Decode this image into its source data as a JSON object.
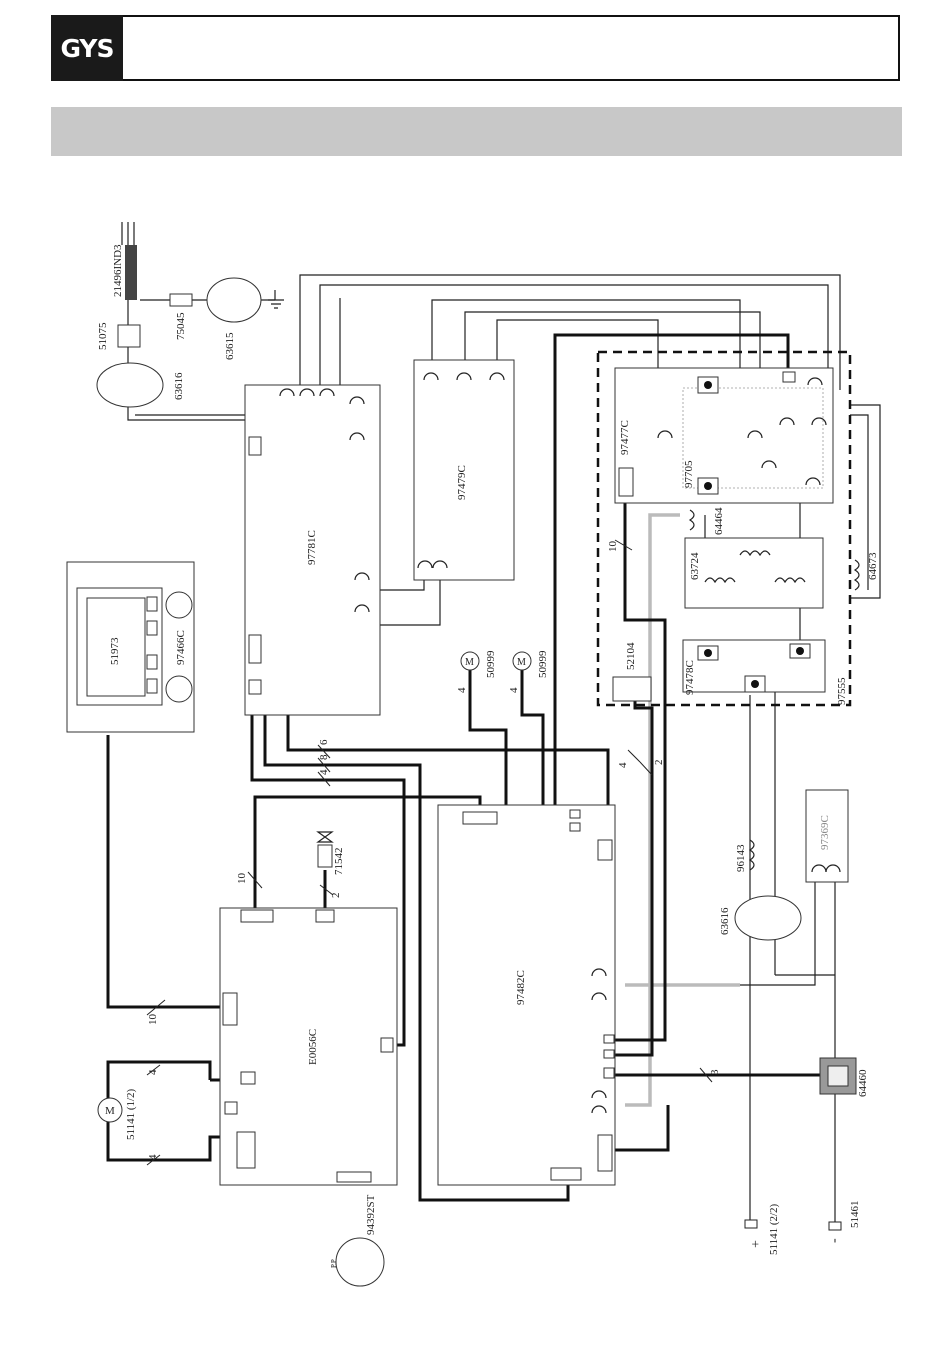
{
  "header": {
    "logo_text": "GYS"
  },
  "labels": {
    "plug": "21496IND3",
    "inlet": "51075",
    "terminal": "75045",
    "ferrite_top": "63615",
    "ferrite_left": "63616",
    "display": "51973",
    "display_board": "97466C",
    "board_97781": "97781C",
    "board_97479": "97479C",
    "board_97477": "97477C",
    "board_97705": "97705",
    "board_64464": "64464",
    "transformer": "63724",
    "inductor_64673": "64673",
    "board_97478": "97478C",
    "board_97555": "97555",
    "sensor": "52104",
    "fan1": "50999",
    "fan2": "50999",
    "valve": "71542",
    "inductor_96143": "96143",
    "ferrite_right": "63616",
    "board_97369": "97369C",
    "main_board": "E0056C",
    "power_board": "97482C",
    "motor": "51141 (1/2)",
    "connector": "94392ST",
    "bridge": "64460",
    "out_plus": "51141 (2/2)",
    "out_minus": "51461",
    "sign_plus": "+",
    "sign_minus": "-",
    "m": "M",
    "pp": "P.P"
  },
  "wire_counts": {
    "w10_top": "10",
    "w10_main": "10",
    "w10_left": "10",
    "w2_valve": "2",
    "w4_fan1": "4",
    "w4_fan2": "4",
    "w6": "6",
    "w8": "8",
    "w4_mid": "4",
    "w4_motor_top": "4",
    "w4_motor_bot": "4",
    "w4_right": "4",
    "w2_right": "2",
    "w3": "3"
  }
}
